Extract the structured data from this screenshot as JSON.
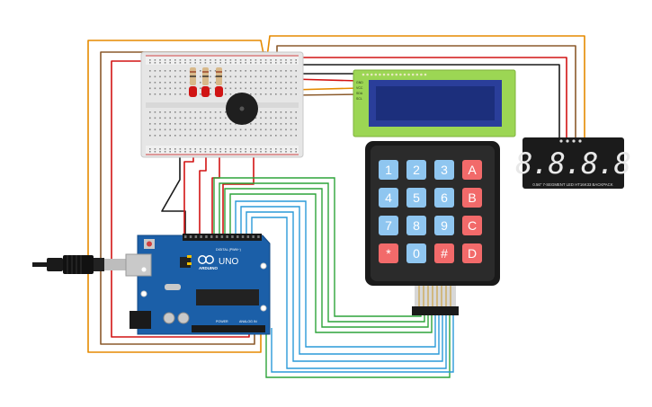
{
  "arduino": {
    "logo": "ARDUINO",
    "model": "UNO",
    "digital_label": "DIGITAL (PWM~)",
    "power_label": "POWER",
    "analog_label": "ANALOG IN"
  },
  "keypad": {
    "keys": [
      "1",
      "2",
      "3",
      "A",
      "4",
      "5",
      "6",
      "B",
      "7",
      "8",
      "9",
      "C",
      "*",
      "0",
      "#",
      "D"
    ]
  },
  "seven_segment": {
    "display": "8.8.8.8",
    "caption": "0.56\" 7-SEGMENT LED HT16K33 BACKPACK"
  },
  "lcd": {
    "pins": [
      "GND",
      "VCC",
      "SDA",
      "SCL"
    ]
  },
  "colors": {
    "wire_orange": "#e58a00",
    "wire_brown": "#8b5a2b",
    "wire_red": "#d21414",
    "wire_black": "#1a1a1a",
    "wire_green": "#2da43a",
    "wire_blue": "#2a9ad8",
    "board_blue": "#1b5fa8",
    "key_blue": "#8fc6f0",
    "key_red": "#f26a6a",
    "lcd_green": "#9cd654",
    "lcd_screen": "#1c2f7c",
    "seg_red": "#e8e8e8"
  }
}
